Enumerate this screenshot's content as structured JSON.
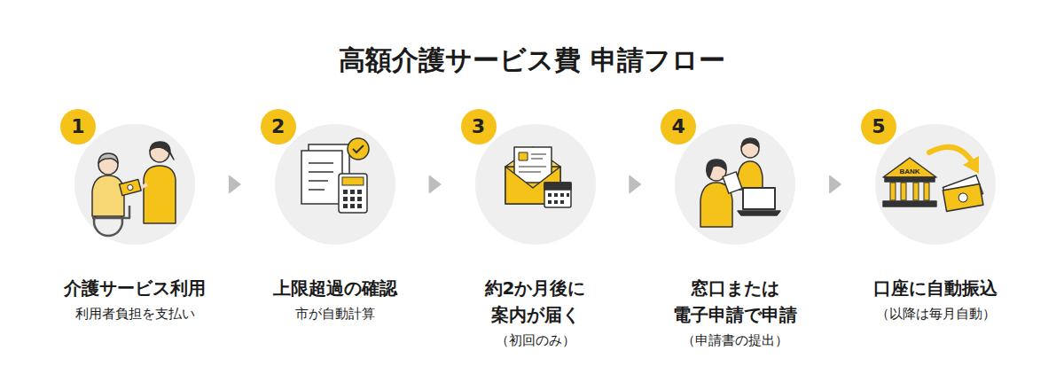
{
  "diagram": {
    "title": "高額介護サービス費 申請フロー",
    "nodes": [
      {
        "text": [
          "介護サービス利用",
          "利用者負担を支払い"
        ]
      },
      {
        "text": [
          "1"
        ],
        "in": 0
      },
      {
        "text": [
          "上限超過の確認",
          "市が自動計算"
        ]
      },
      {
        "text": [
          "2"
        ],
        "in": 2
      },
      {
        "text": [
          "約2か月後に 案内が届く",
          "（初回のみ）"
        ]
      },
      {
        "text": [
          "3"
        ],
        "in": 4
      },
      {
        "text": [
          "窓口または 電子申請で申請",
          "（申請書の提出）"
        ]
      },
      {
        "text": [
          "4"
        ],
        "in": 6
      },
      {
        "text": [
          "口座に自動振込",
          "（以降は毎月自動）"
        ]
      },
      {
        "text": [
          "5"
        ],
        "in": 8
      }
    ],
    "edges": [
      {
        "from": 0,
        "to": 2,
        "arrow": "to"
      },
      {
        "from": 2,
        "to": 4,
        "arrow": "to"
      },
      {
        "from": 4,
        "to": 6,
        "arrow": "to"
      },
      {
        "from": 6,
        "to": 8,
        "arrow": "to"
      }
    ],
    "labels": [
      "BANK"
    ]
  }
}
